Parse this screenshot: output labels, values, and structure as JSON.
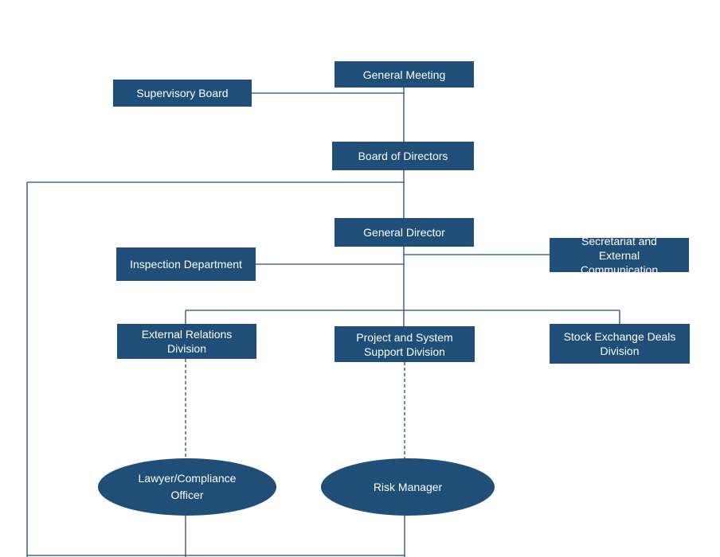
{
  "nodes": {
    "general_meeting": "General Meeting",
    "supervisory_board": "Supervisory Board",
    "board_of_directors": "Board of Directors",
    "general_director": "General Director",
    "inspection_department": "Inspection Department",
    "secretariat": "Secretariat and External Communication",
    "external_relations": "External Relations Division",
    "project_support": "Project and System Support Division",
    "stock_exchange": "Stock Exchange Deals Division",
    "lawyer": "Lawyer/Compliance Officer",
    "risk_manager": "Risk Manager"
  },
  "colors": {
    "node_fill": "#1f4e79",
    "node_text": "#ffffff",
    "connector": "#1f4e79"
  }
}
